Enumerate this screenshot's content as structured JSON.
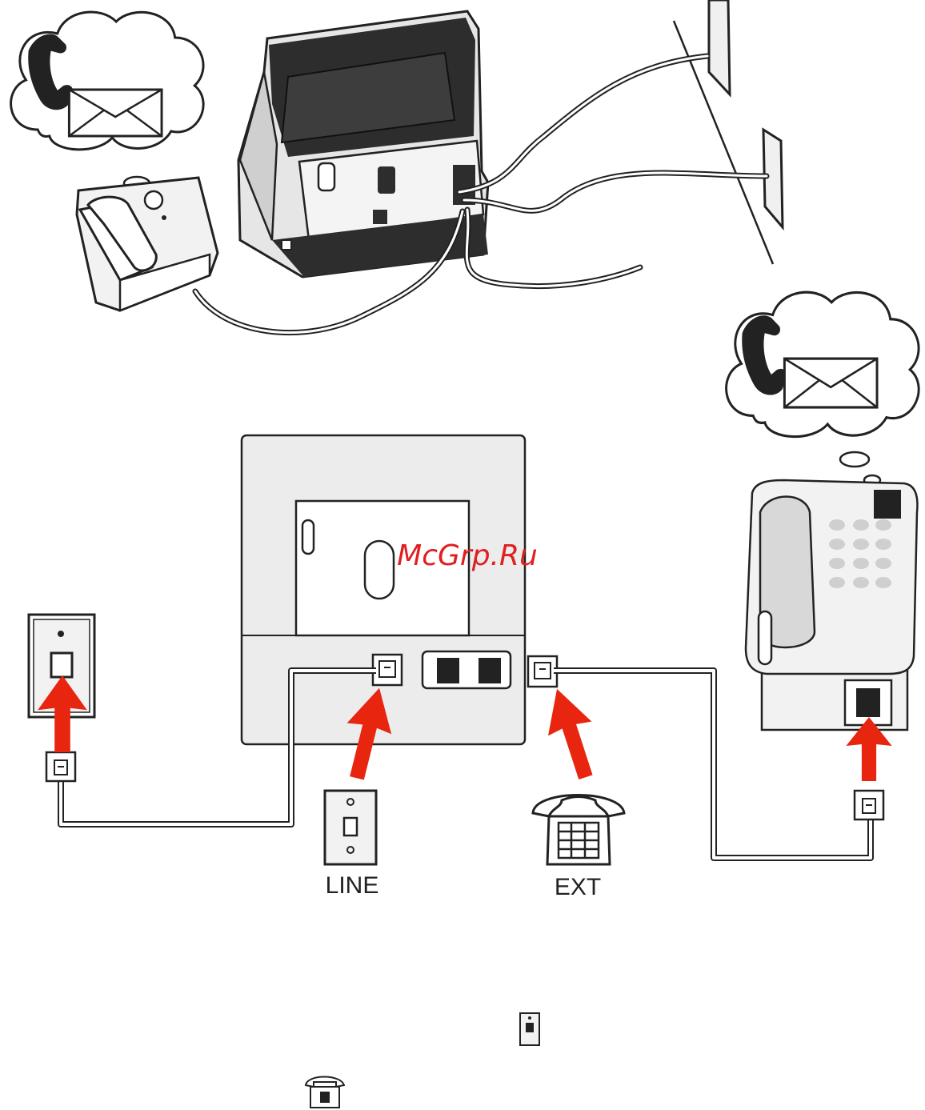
{
  "labels": {
    "line": "LINE",
    "ext": "EXT"
  },
  "watermark": "McGrp.Ru",
  "colors": {
    "arrow": "#e8250f",
    "watermark": "#e02020",
    "outline": "#222222",
    "panel": "#ececec",
    "printer_dark": "#2d2d2d"
  },
  "icons": {
    "top_cloud": "fax-thought-cloud-icon",
    "right_cloud": "fax-thought-cloud-icon",
    "line_port": "wall-jack-icon",
    "ext_port": "telephone-icon"
  }
}
